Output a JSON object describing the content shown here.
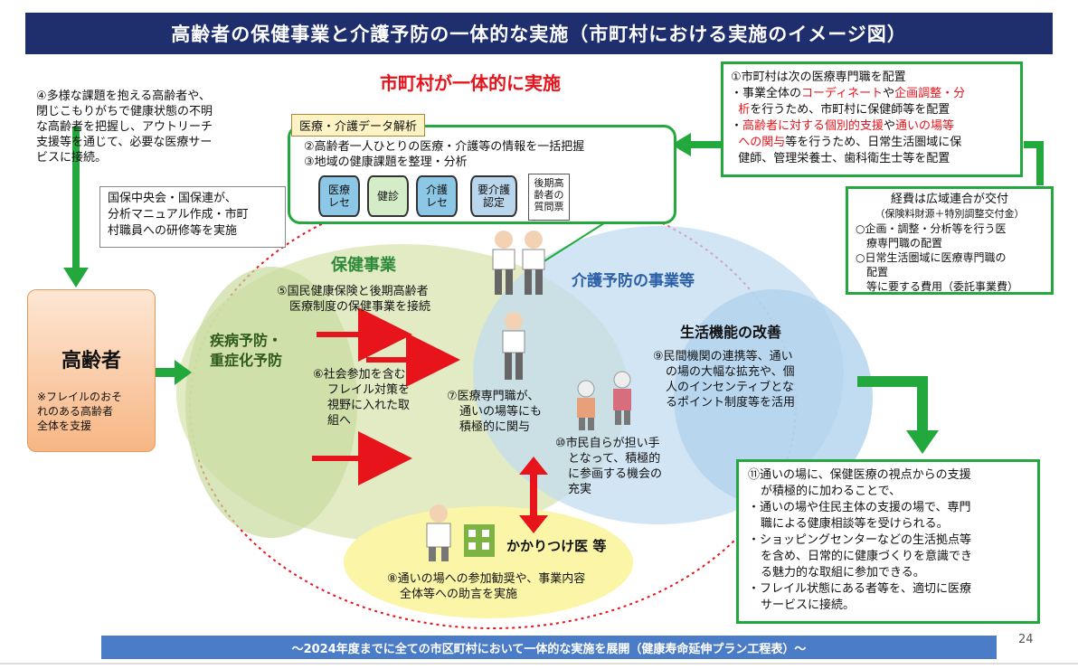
{
  "title": "高齢者の保健事業と介護予防の一体的な実施（市町村における実施のイメージ図）",
  "center_heading": "市町村が一体的に実施",
  "note4": [
    "④多様な課題を抱える高齢者や、",
    "閉じこもりがちで健康状態の不明",
    "な高齢者を把握し、アウトリーチ",
    "支援等を通じて、必要な医療サー",
    "ビスに接続。"
  ],
  "national_note": [
    "国保中央会・国保連が、",
    "分析マニュアル作成・市町",
    "村職員への研修等を実施"
  ],
  "data_analysis": {
    "tag": "医療・介護データ解析",
    "line2": "②高齢者一人ひとりの医療・介護等の情報を一括把握",
    "line3": "③地域の健康課題を整理・分析",
    "cylinders": [
      "医療\nレセ",
      "健診",
      "介護\nレセ",
      "要介護\n認定"
    ],
    "questionnaire": "後期高\n齢者の\n質問票"
  },
  "note1": {
    "line1": "①市町村は次の医療専門職を配置",
    "line2a": "・事業全体の",
    "line2b": "コーディネート",
    "line2c": "や",
    "line2d": "企画調整・分",
    "line3a": "析",
    "line3b": "を行うため、市町村に保健師等を配置",
    "line4a": "・",
    "line4b": "高齢者に対する個別的支援",
    "line4c": "や",
    "line4d": "通いの場等",
    "line5a": "への関与",
    "line5b": "等を行うため、日常生活圏域に保",
    "line6": "健師、管理栄養士、歯科衛生士等を配置"
  },
  "funding": {
    "title": "経費は広域連合が交付",
    "sub": "（保険料財源＋特別調整交付金）",
    "items": [
      "○企画・調整・分析等を行う医",
      "療専門職の配置",
      "○日常生活圏域に医療専門職の",
      "配置",
      "等に要する費用（委託事業費）"
    ]
  },
  "elderly": {
    "label": "高齢者",
    "note": [
      "※フレイルのおそ",
      "れのある高齢者",
      "全体を支援"
    ]
  },
  "health_program": {
    "label": "保健事業",
    "note5": [
      "⑤国民健康保険と後期高齢者",
      "医療制度の保健事業を接続"
    ],
    "disease": [
      "疾病予防・",
      "重症化予防"
    ],
    "note6": [
      "⑥社会参加を含む",
      "フレイル対策を",
      "視野に入れた取",
      "組へ"
    ]
  },
  "care_prevention": {
    "label": "介護予防の事業等",
    "life_title": "生活機能の改善",
    "note9": [
      "⑨民間機関の連携等、通い",
      "の場の大幅な拡充や、個",
      "人のインセンティブとな",
      "るポイント制度等を活用"
    ]
  },
  "note7": [
    "⑦医療専門職が、",
    "通いの場等にも",
    "積極的に関与"
  ],
  "note10": [
    "⑩市民自らが担い手",
    "となって、積極的",
    "に参画する機会の",
    "充実"
  ],
  "family_doctor": {
    "label": "かかりつけ医 等",
    "note8": [
      "⑧通いの場への参加勧奨や、事業内容",
      "全体等への助言を実施"
    ]
  },
  "note11": [
    "⑪通いの場に、保健医療の視点からの支援",
    "が積極的に加わることで、",
    "・通いの場や住民主体の支援の場で、専門",
    "職による健康相談等を受けられる。",
    "・ショッピングセンターなどの生活拠点等",
    "を含め、日常的に健康づくりを意識でき",
    "る魅力的な取組に参加できる。",
    "・フレイル状態にある者等を、適切に医療",
    "サービスに接続。"
  ],
  "footer": "～2024年度までに全ての市区町村において一体的な実施を展開（健康寿命延伸プラン工程表）～",
  "page_number": "24",
  "colors": {
    "title_bg": "#1f2f6e",
    "green": "#22a83c",
    "red": "#e8141b",
    "footer_bg": "#4a7cc8"
  },
  "icons": [
    "health-staff-icon",
    "doctor-icon",
    "clinic-building-icon",
    "computer-icon",
    "elderly-walkers-icon"
  ]
}
